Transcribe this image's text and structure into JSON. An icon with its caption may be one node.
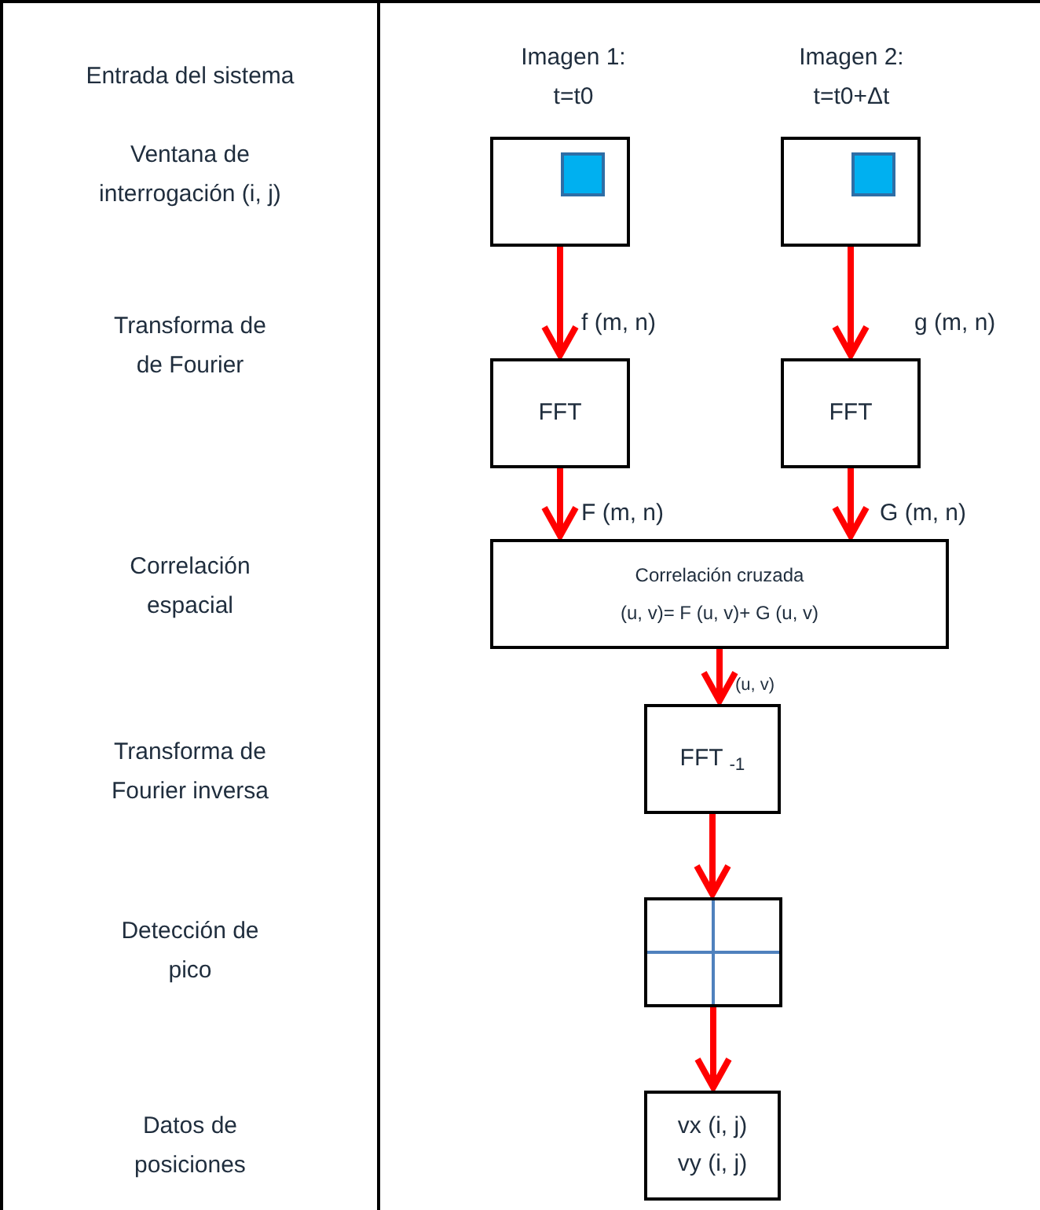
{
  "diagram": {
    "nodes": [
      {
        "text": [],
        "shape": "box"
      },
      {
        "text": [],
        "shape": "box"
      },
      {
        "text": [
          "FFT"
        ]
      },
      {
        "text": [
          "FFT"
        ]
      },
      {
        "text": [
          "Correlación cruzada",
          "(u, v)= F (u, v)+ G (u, v)"
        ]
      },
      {
        "text": [
          "FFT $_{-1}$"
        ]
      },
      {
        "text": [],
        "shape": "box"
      },
      {
        "text": [
          "vx (i, j)",
          "vy (i, j)"
        ]
      }
    ],
    "edges": [
      {
        "from": 0,
        "to": 2,
        "arrow": "to",
        "label": "f (m, n)"
      },
      {
        "from": 1,
        "to": 3,
        "arrow": "to",
        "label": "g (m, n)"
      },
      {
        "from": 2,
        "to": 4,
        "arrow": "to",
        "label": "F (m, n)"
      },
      {
        "from": 3,
        "to": 4,
        "arrow": "to",
        "label": "G (m, n)"
      },
      {
        "from": 4,
        "to": 5,
        "arrow": "to",
        "label": "(u, v)"
      },
      {
        "from": 5,
        "to": 6,
        "arrow": "to"
      },
      {
        "from": 6,
        "to": 7,
        "arrow": "to"
      }
    ],
    "labels": [
      "Entrada del sistema",
      "Imagen 1: t=t0",
      "Imagen 2: t=t0+Δt",
      "Ventana de interrogación (i, j)",
      "Transforma de de Fourier",
      "Correlación espacial",
      "Transforma de Fourier inversa",
      "Detección de pico",
      "Datos de posiciones"
    ]
  }
}
